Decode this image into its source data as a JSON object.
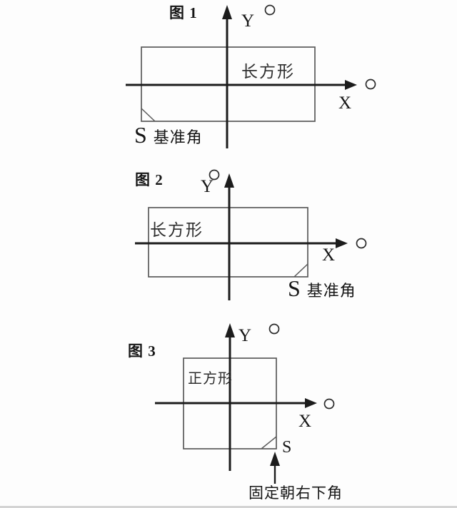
{
  "page": {
    "background": "#fdfdfd",
    "description_colors": {
      "axis_color": "#1c1c1c",
      "shape_outline_color": "#5a5a5a",
      "text_color": "#161616",
      "bottom_edge_color": "#d4d4d4"
    }
  },
  "fig1": {
    "title": "图 1",
    "y_label": "Y",
    "x_label": "X",
    "shape_label": "长方形",
    "corner_marker": "S",
    "corner_text": "基准角"
  },
  "fig2": {
    "title": "图 2",
    "y_label": "Y",
    "x_label": "X",
    "shape_label": "长方形",
    "corner_marker": "S",
    "corner_text": "基准角"
  },
  "fig3": {
    "title": "图 3",
    "y_label": "Y",
    "x_label": "X",
    "shape_label": "正方形",
    "corner_marker": "S",
    "annotation": "固定朝右下角"
  }
}
